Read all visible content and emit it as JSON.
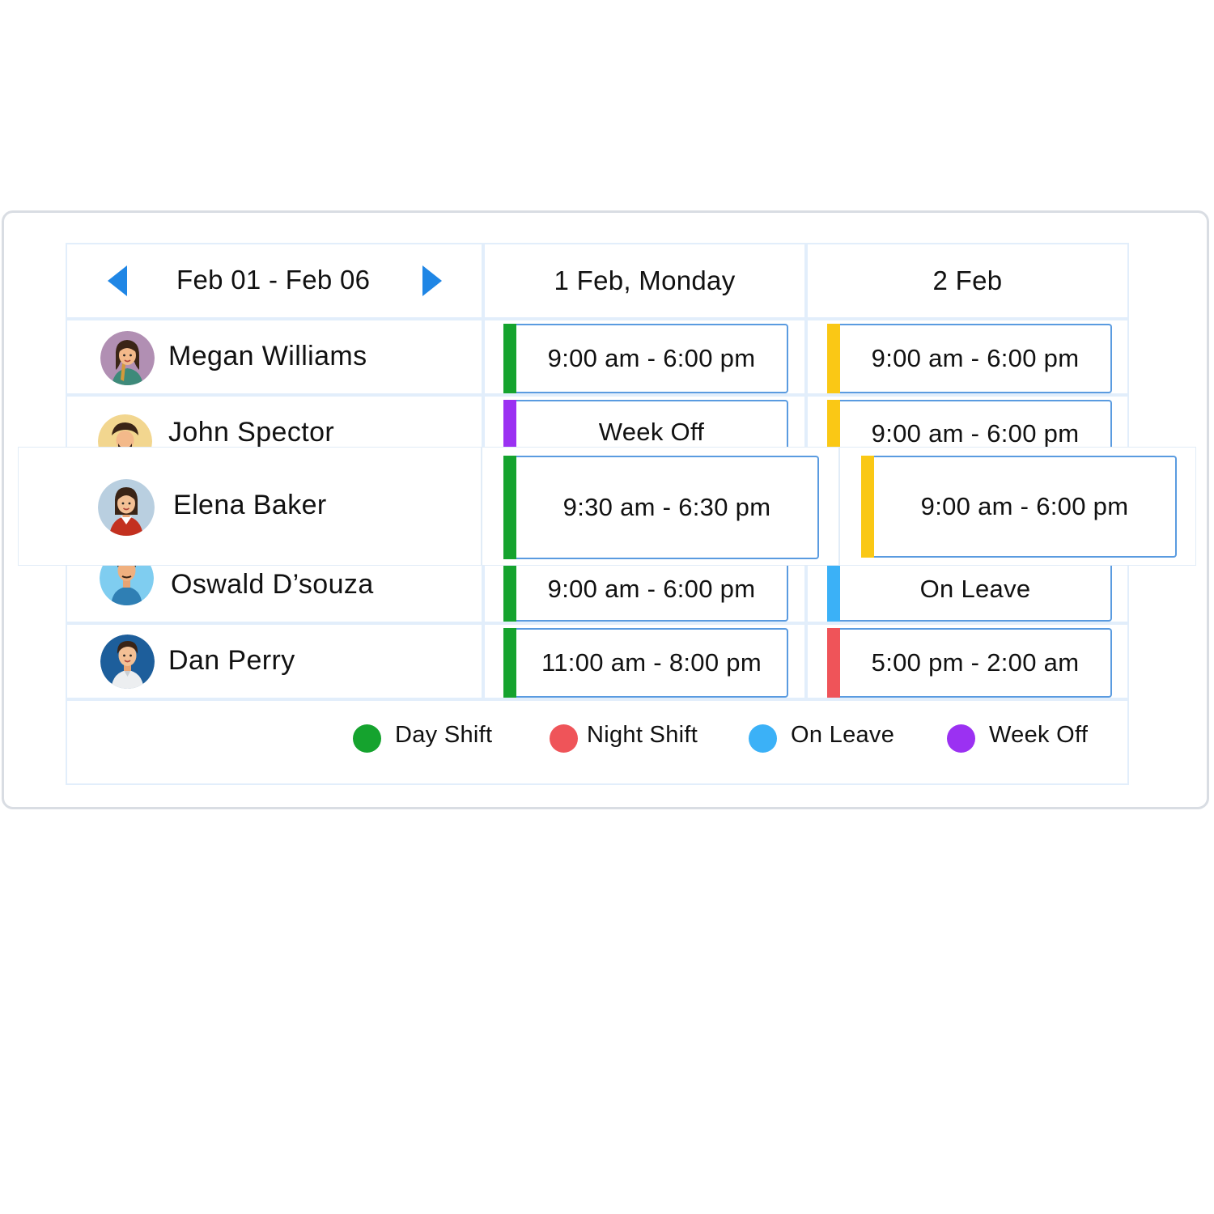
{
  "header": {
    "range_label": "Feb 01 - Feb 06",
    "day1_label": "1 Feb, Monday",
    "day2_label": "2 Feb",
    "prev_icon": "chevron-left-icon",
    "next_icon": "chevron-right-icon"
  },
  "colors": {
    "day_shift": "#15a32e",
    "night_shift": "#ef5459",
    "on_leave": "#3bb1f7",
    "week_off": "#9b31f2",
    "highlight": "#fac815",
    "accent": "#1f86e5"
  },
  "employees": [
    {
      "name": "Megan Williams",
      "shifts": [
        {
          "text": "9:00 am - 6:00 pm",
          "status": "day_shift"
        },
        {
          "text": "9:00 am - 6:00 pm",
          "status": "highlight"
        }
      ]
    },
    {
      "name": "John Spector",
      "shifts": [
        {
          "text": "Week Off",
          "status": "week_off"
        },
        {
          "text": "9:00 am - 6:00 pm",
          "status": "highlight"
        }
      ]
    },
    {
      "name": "Elena Baker",
      "shifts": [
        {
          "text": "9:30 am - 6:30 pm",
          "status": "day_shift"
        },
        {
          "text": "9:00 am - 6:00 pm",
          "status": "highlight"
        }
      ]
    },
    {
      "name": "Oswald D’souza",
      "shifts": [
        {
          "text": "9:00 am - 6:00 pm",
          "status": "day_shift"
        },
        {
          "text": "On Leave",
          "status": "on_leave"
        }
      ]
    },
    {
      "name": "Dan Perry",
      "shifts": [
        {
          "text": "11:00 am - 8:00 pm",
          "status": "day_shift"
        },
        {
          "text": "5:00 pm - 2:00 am",
          "status": "night_shift"
        }
      ]
    }
  ],
  "legend": [
    {
      "label": "Day Shift",
      "color": "#15a32e"
    },
    {
      "label": "Night Shift",
      "color": "#ef5459"
    },
    {
      "label": "On Leave",
      "color": "#3bb1f7"
    },
    {
      "label": "Week Off",
      "color": "#9b31f2"
    }
  ]
}
